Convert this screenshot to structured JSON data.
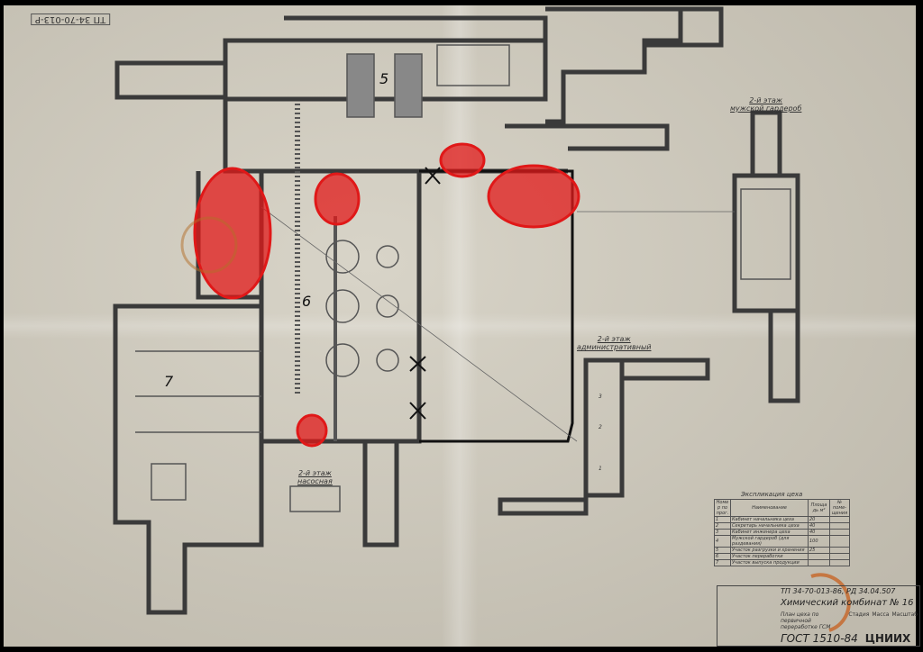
{
  "sheet": {
    "corner_code": "ТП 34-70-013-Р",
    "zone_numbers": [
      "5",
      "6",
      "7"
    ],
    "labels": {
      "mens_wardrobe": [
        "2-й этаж",
        "мужской гардероб"
      ],
      "admin": [
        "2-й этаж",
        "административный"
      ],
      "pump": [
        "2-й этаж",
        "насосная"
      ]
    },
    "room_numbers": [
      "3",
      "2",
      "1"
    ]
  },
  "explication": {
    "title": "Экспликация цеха",
    "headers": [
      "Номер по прог.",
      "Наименование",
      "Площадь м²",
      "№ поме-щения"
    ],
    "rows": [
      {
        "no": "1",
        "name": "Кабинет начальника цеха",
        "area": "20"
      },
      {
        "no": "2",
        "name": "Секретарь начальника цеха",
        "area": "40"
      },
      {
        "no": "3",
        "name": "Кабинет инженера цеха",
        "area": "40"
      },
      {
        "no": "4",
        "name": "Мужской гардероб (для раздевания)",
        "area": "100"
      },
      {
        "no": "5",
        "name": "Участок разгрузки и хранения",
        "area": "25"
      },
      {
        "no": "6",
        "name": "Участок переработки",
        "area": ""
      },
      {
        "no": "7",
        "name": "Участок выпуска продукции",
        "area": ""
      }
    ]
  },
  "title_block": {
    "code": "ТП 34-70-013-86, РД 34.04.507",
    "organization": "Химический комбинат № 16",
    "description": "План цеха по первичной переработке ГСМ",
    "columns": [
      "Стадия",
      "Масса",
      "Масштаб"
    ],
    "gost": "ГОСТ 1510-84",
    "institute": "ЦНИИХ"
  },
  "colors": {
    "marker": "#e01818",
    "paper": "#cfcbbf",
    "ink": "#3a3a3a"
  }
}
